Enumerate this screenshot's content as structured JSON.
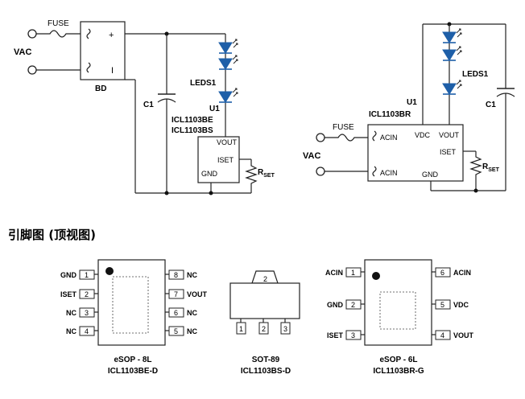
{
  "circuit_left": {
    "fuse": "FUSE",
    "vac": "VAC",
    "bd": "BD",
    "bd_plus": "+",
    "bd_minus": "I",
    "c1": "C1",
    "leds": "LEDS1",
    "u1": "U1",
    "part1": "ICL1103BE",
    "part2": "ICL1103BS",
    "pin_vout": "VOUT",
    "pin_iset": "ISET",
    "pin_gnd": "GND",
    "rset_main": "R",
    "rset_sub": "SET"
  },
  "circuit_right": {
    "fuse": "FUSE",
    "vac": "VAC",
    "u1": "U1",
    "part": "ICL1103BR",
    "pin_acin_top": "ACIN",
    "pin_vdc": "VDC",
    "pin_vout": "VOUT",
    "pin_iset": "ISET",
    "pin_acin_bot": "ACIN",
    "pin_gnd": "GND",
    "leds": "LEDS1",
    "c1": "C1",
    "rset_main": "R",
    "rset_sub": "SET"
  },
  "section_title": "引脚图 (顶视图)",
  "packages": {
    "esop8": {
      "name": "eSOP - 8L",
      "part": "ICL1103BE-D",
      "left_pins": [
        {
          "num": "1",
          "label": "GND"
        },
        {
          "num": "2",
          "label": "ISET"
        },
        {
          "num": "3",
          "label": "NC"
        },
        {
          "num": "4",
          "label": "NC"
        }
      ],
      "right_pins": [
        {
          "num": "8",
          "label": "NC"
        },
        {
          "num": "7",
          "label": "VOUT"
        },
        {
          "num": "6",
          "label": "NC"
        },
        {
          "num": "5",
          "label": "NC"
        }
      ]
    },
    "sot89": {
      "name": "SOT-89",
      "part": "ICL1103BS-D",
      "tab_pin": "2",
      "bottom_pins": [
        "1",
        "2",
        "3"
      ]
    },
    "esop6": {
      "name": "eSOP - 6L",
      "part": "ICL1103BR-G",
      "left_pins": [
        {
          "num": "1",
          "label": "ACIN"
        },
        {
          "num": "2",
          "label": "GND"
        },
        {
          "num": "3",
          "label": "ISET"
        }
      ],
      "right_pins": [
        {
          "num": "6",
          "label": "ACIN"
        },
        {
          "num": "5",
          "label": "VDC"
        },
        {
          "num": "4",
          "label": "VOUT"
        }
      ]
    }
  },
  "colors": {
    "led": "#1e5fa8",
    "wire": "#222222"
  }
}
